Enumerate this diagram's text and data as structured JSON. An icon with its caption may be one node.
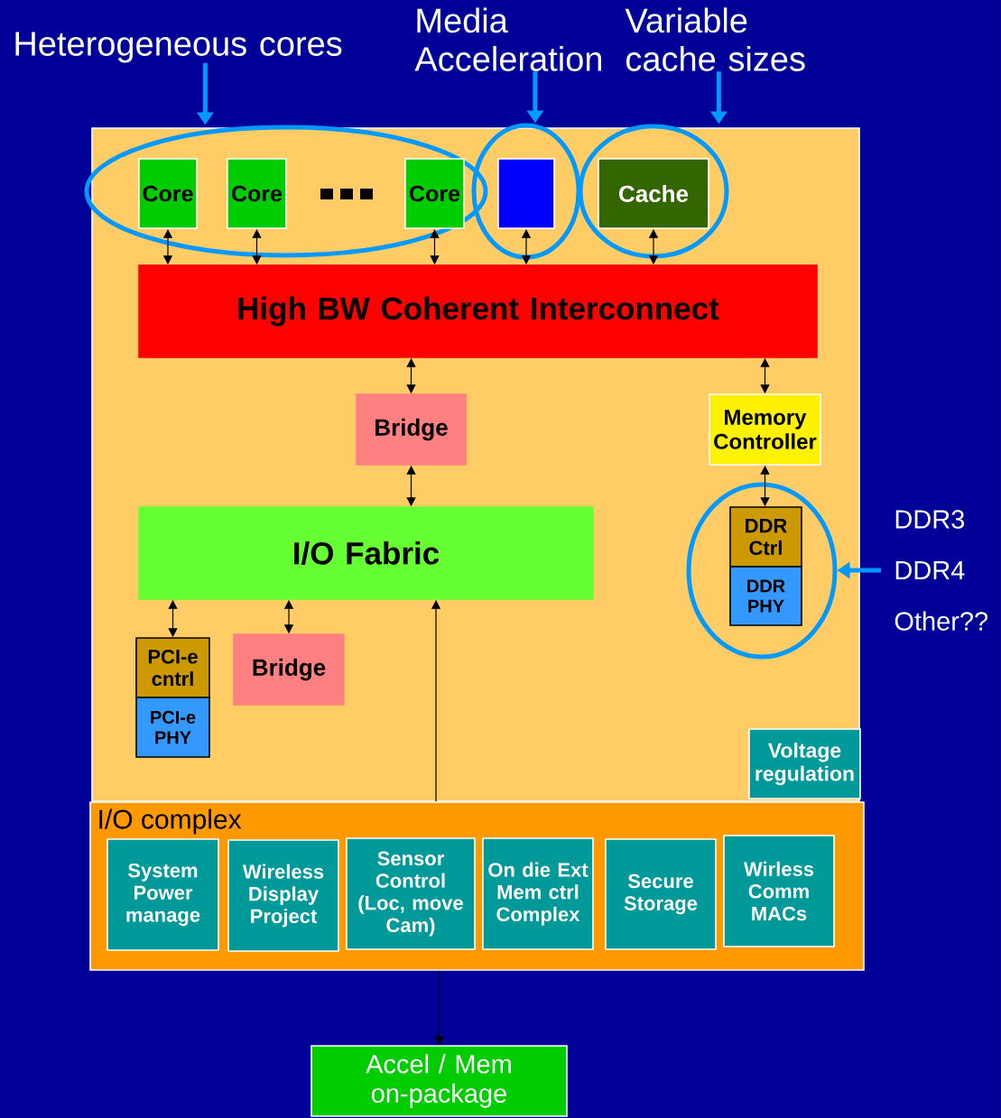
{
  "diagram": {
    "nodes": [
      {
        "text": [
          "Heterogeneous cores"
        ]
      },
      {
        "text": [
          "Media Acceleration"
        ]
      },
      {
        "text": [
          "Variable cache sizes"
        ]
      },
      {
        "text": [],
        "shape": "box"
      },
      {
        "text": [],
        "shape": "ellipse",
        "in": 3
      },
      {
        "text": [
          "Core"
        ],
        "in": 4
      },
      {
        "text": [
          "Core"
        ],
        "in": 4
      },
      {
        "text": [
          "Core"
        ],
        "in": 4
      },
      {
        "text": [],
        "shape": "ellipse",
        "in": 3
      },
      {
        "text": [],
        "shape": "box",
        "in": 8
      },
      {
        "text": [],
        "shape": "ellipse",
        "in": 3
      },
      {
        "text": [
          "Cache"
        ],
        "in": 10
      },
      {
        "text": [
          "High BW Coherent Interconnect"
        ],
        "in": 3
      },
      {
        "text": [
          "Bridge"
        ],
        "in": 3
      },
      {
        "text": [
          "Memory Controller"
        ],
        "in": 3
      },
      {
        "text": [
          "I/O Fabric"
        ],
        "in": 3
      },
      {
        "text": [],
        "shape": "ellipse",
        "in": 3
      },
      {
        "text": [
          "DDR Ctrl"
        ],
        "in": 16
      },
      {
        "text": [
          "DDR PHY"
        ],
        "in": 16
      },
      {
        "text": [
          "DDR3",
          "DDR4",
          "Other??"
        ]
      },
      {
        "text": [
          "PCI-e cntrl"
        ],
        "in": 3
      },
      {
        "text": [
          "PCI-e PHY"
        ],
        "in": 3
      },
      {
        "text": [
          "Bridge"
        ],
        "in": 3
      },
      {
        "text": [
          "Voltage regulation"
        ],
        "in": 3
      },
      {
        "text": [
          "I/O complex"
        ]
      },
      {
        "text": [
          "System Power manage"
        ],
        "in": 24
      },
      {
        "text": [
          "Wireless Display Project"
        ],
        "in": 24
      },
      {
        "text": [
          "Sensor Control (Loc, move Cam)"
        ],
        "in": 24
      },
      {
        "text": [
          "On die Ext Mem ctrl Complex"
        ],
        "in": 24
      },
      {
        "text": [
          "Secure Storage"
        ],
        "in": 24
      },
      {
        "text": [
          "Wirless Comm MACs"
        ],
        "in": 24
      },
      {
        "text": [
          "Accel / Mem on-package"
        ]
      }
    ],
    "edges": [
      {
        "from": 0,
        "to": 4,
        "arrow": "to",
        "style": "thick",
        "color": "#0099ff"
      },
      {
        "from": 1,
        "to": 8,
        "arrow": "to",
        "style": "thick",
        "color": "#0099ff"
      },
      {
        "from": 2,
        "to": 10,
        "arrow": "to",
        "style": "thick",
        "color": "#0099ff"
      },
      {
        "from": 19,
        "to": 16,
        "arrow": "to",
        "style": "thick",
        "color": "#0099ff"
      },
      {
        "from": 5,
        "to": 12,
        "arrow": "both"
      },
      {
        "from": 6,
        "to": 12,
        "arrow": "both"
      },
      {
        "from": 7,
        "to": 12,
        "arrow": "both"
      },
      {
        "from": 9,
        "to": 12,
        "arrow": "both"
      },
      {
        "from": 11,
        "to": 12,
        "arrow": "both"
      },
      {
        "from": 12,
        "to": 13,
        "arrow": "both"
      },
      {
        "from": 12,
        "to": 14,
        "arrow": "both"
      },
      {
        "from": 13,
        "to": 15,
        "arrow": "both"
      },
      {
        "from": 14,
        "to": 17,
        "arrow": "both"
      },
      {
        "from": 15,
        "to": 20,
        "arrow": "both"
      },
      {
        "from": 15,
        "to": 22,
        "arrow": "both"
      },
      {
        "from": 24,
        "to": 15,
        "arrow": "to"
      },
      {
        "from": 24,
        "to": 31,
        "arrow": "to"
      }
    ]
  }
}
